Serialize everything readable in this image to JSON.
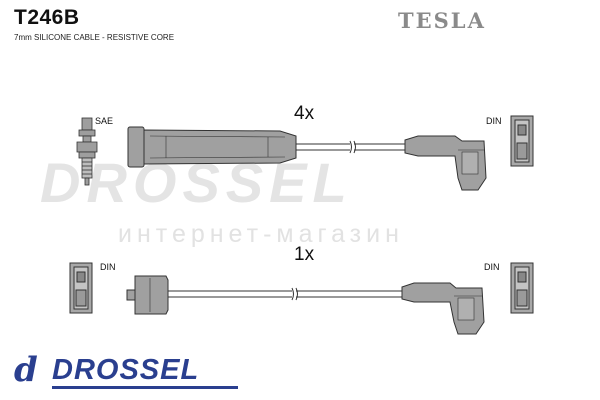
{
  "header": {
    "part_number": "T246B",
    "subtitle": "7mm SILICONE CABLE - RESISTIVE CORE",
    "brand": "TESLA"
  },
  "diagram": {
    "top_quantity": "4x",
    "bottom_quantity": "1x",
    "labels": {
      "sae": "SAE",
      "din_top_right": "DIN",
      "din_bottom_left": "DIN",
      "din_bottom_right": "DIN"
    }
  },
  "watermark": {
    "main": "DROSSEL",
    "sub": "интернет-магазин"
  },
  "logo": {
    "letter": "d",
    "text": "DROSSEL"
  },
  "colors": {
    "part_fill": "#9e9e9e",
    "part_stroke": "#333333",
    "logo_blue": "#2a3f8f",
    "brand_gray": "#8a8a8a"
  }
}
